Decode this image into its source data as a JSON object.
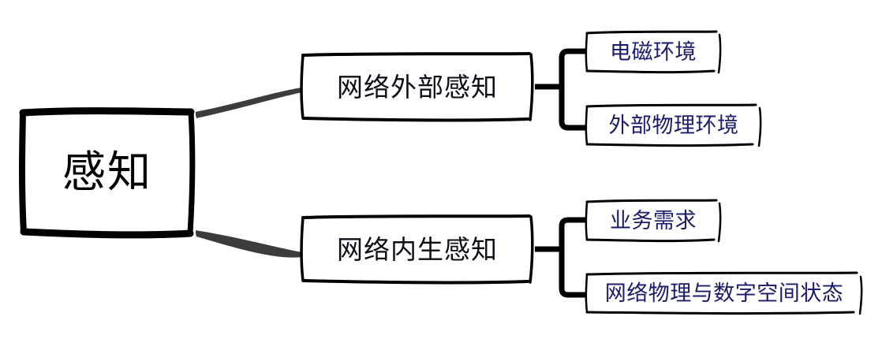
{
  "diagram": {
    "type": "mind-map",
    "orientation": "left-to-right",
    "background_color": "#ffffff",
    "style": "hand-drawn sketch",
    "root": {
      "label": "感知",
      "text_color": "#000000",
      "border_color": "#000000"
    },
    "branches": [
      {
        "label": "网络外部感知",
        "text_color": "#0d0d17",
        "border_color": "#000000",
        "connector_color": "#3c3c3c",
        "children": [
          {
            "label": "电磁环境",
            "text_color": "#1b1b6b",
            "border_color": "#000000"
          },
          {
            "label": "外部物理环境",
            "text_color": "#1b1b6b",
            "border_color": "#000000"
          }
        ]
      },
      {
        "label": "网络内生感知",
        "text_color": "#0d0d17",
        "border_color": "#000000",
        "connector_color": "#3c3c3c",
        "children": [
          {
            "label": "业务需求",
            "text_color": "#1b1b6b",
            "border_color": "#000000"
          },
          {
            "label": "网络物理与数字空间状态",
            "text_color": "#1b1b6b",
            "border_color": "#000000"
          }
        ]
      }
    ]
  }
}
